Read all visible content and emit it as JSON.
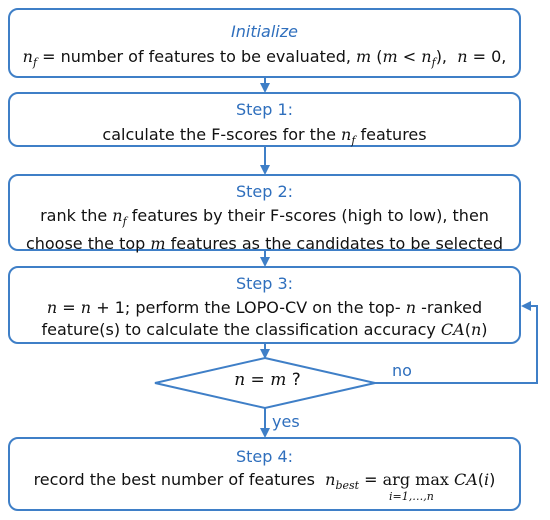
{
  "init": {
    "title": "Initialize",
    "line": "n_f = number of features to be evaluated, m (m < n_f), n = 0,"
  },
  "step1": {
    "title": "Step 1:",
    "line": "calculate the F-scores for the n_f features"
  },
  "step2": {
    "title": "Step 2:",
    "line1": "rank the n_f features by their F-scores (high to low), then",
    "line2": "choose the top m features as the candidates to be selected"
  },
  "step3": {
    "title": "Step 3:",
    "line1": "n = n + 1; perform the LOPO-CV on the top- n -ranked",
    "line2": "feature(s) to calculate the classification accuracy CA(n)"
  },
  "decision": {
    "text": "n = m ?",
    "no_label": "no",
    "yes_label": "yes"
  },
  "step4": {
    "title": "Step 4:",
    "line": "record the best number of features n_best = arg max CA(i)",
    "argmax_sub": "i=1,…,n"
  },
  "colors": {
    "border": "#3f7fc7",
    "title": "#2f6fbd",
    "arrow": "#3f7fc7"
  }
}
